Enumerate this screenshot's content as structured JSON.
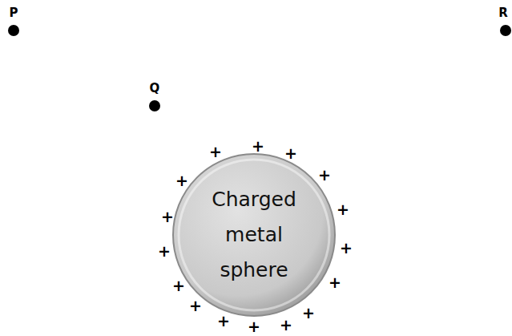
{
  "diagram": {
    "nodes": [
      {
        "text": [
          "Charged metal sphere"
        ]
      }
    ],
    "labels": [
      "P",
      "Q",
      "R",
      "+",
      "+",
      "+",
      "+",
      "+",
      "+",
      "+",
      "+",
      "+",
      "+",
      "+",
      "+",
      "+",
      "+",
      "+",
      "+"
    ]
  }
}
